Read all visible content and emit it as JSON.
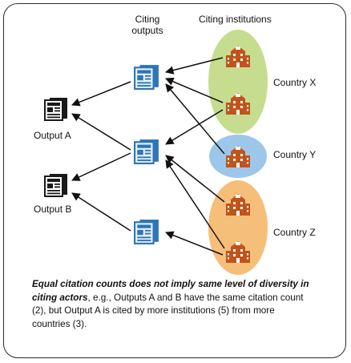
{
  "headers": {
    "citing_outputs_line1": "Citing",
    "citing_outputs_line2": "outputs",
    "citing_institutions": "Citing institutions"
  },
  "outputs": {
    "a": "Output A",
    "b": "Output B"
  },
  "countries": {
    "x": "Country X",
    "y": "Country Y",
    "z": "Country Z"
  },
  "caption": {
    "bold_part": "Equal citation counts does not imply same level of diversity in citing actors",
    "rest": ", e.g., Outputs A and B have the same citation count (2), but Output A is cited by more institutions (5) from more countries (3)."
  },
  "colors": {
    "country_x": "#c6dd8f",
    "country_y": "#9dc7ea",
    "country_z": "#f5bf7a",
    "document_icon": "#2e76b6",
    "institution_icon": "#c0541a",
    "output_icon": "#1a1a1a"
  }
}
